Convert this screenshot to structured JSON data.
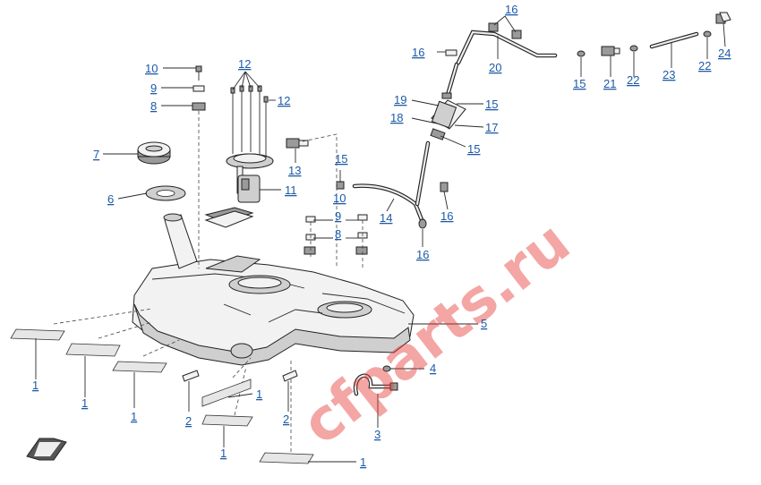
{
  "watermark": "cfparts.ru",
  "callouts": {
    "c1a": "1",
    "c1b": "1",
    "c1c": "1",
    "c1d": "1",
    "c1e": "1",
    "c1f": "1",
    "c2a": "2",
    "c2b": "2",
    "c3": "3",
    "c4": "4",
    "c5": "5",
    "c6": "6",
    "c7": "7",
    "c8a": "8",
    "c8b": "8",
    "c9a": "9",
    "c9b": "9",
    "c10a": "10",
    "c10b": "10",
    "c11": "11",
    "c12a": "12",
    "c12b": "12",
    "c13": "13",
    "c14": "14",
    "c15a": "15",
    "c15b": "15",
    "c15c": "15",
    "c15d": "15",
    "c16a": "16",
    "c16b": "16",
    "c16c": "16",
    "c16d": "16",
    "c17": "17",
    "c18": "18",
    "c19": "19",
    "c20": "20",
    "c21": "21",
    "c22a": "22",
    "c22b": "22",
    "c23": "23",
    "c24": "24"
  },
  "icons": {
    "front_arrow": "front-direction-arrow-icon"
  }
}
